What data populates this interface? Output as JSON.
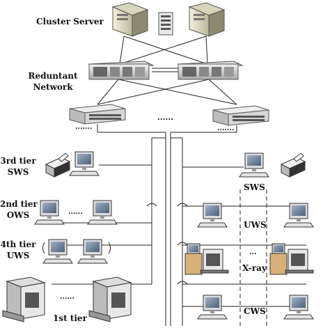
{
  "labels": {
    "cluster_server": "Cluster Server",
    "redundant_network_l1": "Reduntant",
    "redundant_network_l2": "Network",
    "tier3_l1": "3rd tier",
    "tier3_l2": "SWS",
    "tier2_l1": "2nd tier",
    "tier2_l2": "OWS",
    "tier4_l1": "4th tier",
    "tier4_l2": "UWS",
    "tier1": "1st tier",
    "sws": "SWS",
    "uws": "UWS",
    "xray": "X-ray",
    "cws": "CWS"
  },
  "ellipses": {
    "network_gap": "......",
    "switch_ports": ".......",
    "ows_gap": "......",
    "xray_gap": "...",
    "tier1_gap": "......"
  },
  "colors": {
    "line": "#222222",
    "device_body": "#e6e6e6",
    "device_dark": "#555555",
    "screen": "#7d8fa8",
    "xray_accent": "#d7b07a"
  },
  "icons": [
    "server-icon",
    "rack-unit-icon",
    "router-icon",
    "switch-icon",
    "workstation-icon",
    "printer-icon",
    "xray-scanner-icon",
    "scanner-gate-icon"
  ]
}
